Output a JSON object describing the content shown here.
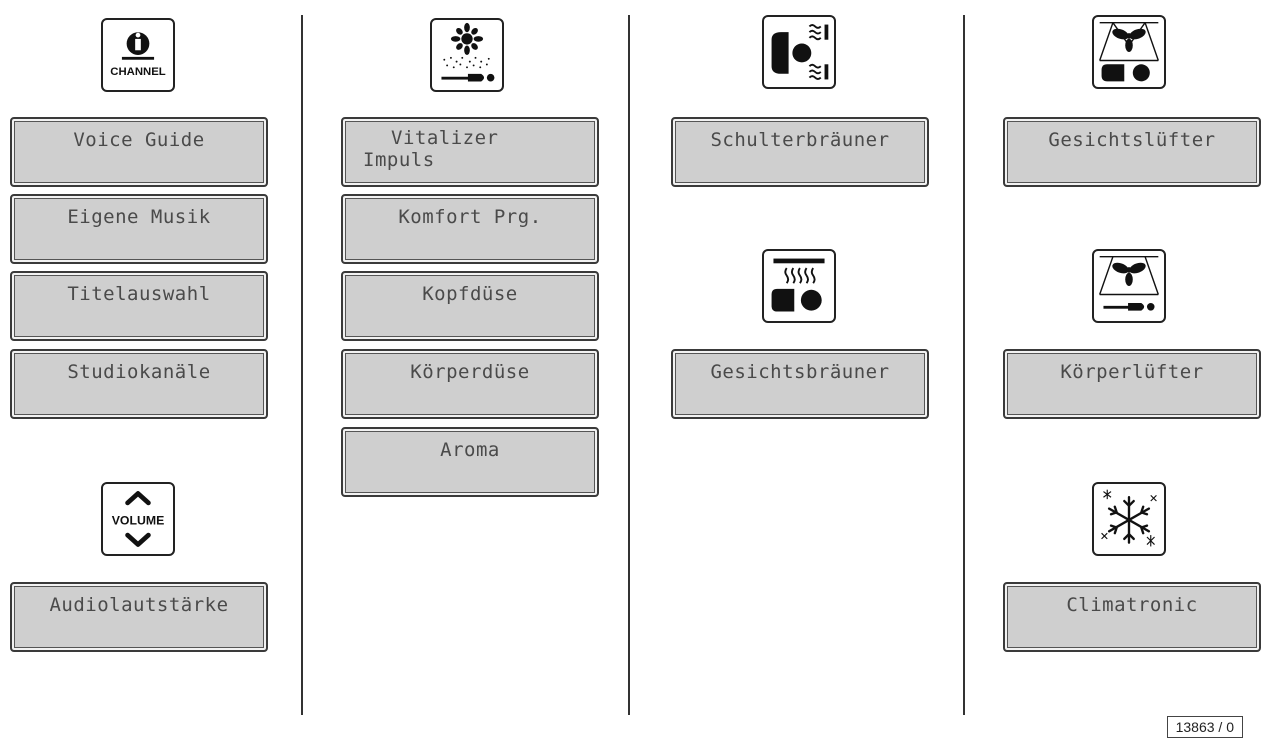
{
  "col1": {
    "channel_icon_label": "CHANNEL",
    "buttons": [
      "Voice Guide",
      "Eigene Musik",
      "Titelauswahl",
      "Studiokanäle"
    ],
    "volume_icon_label": "VOLUME",
    "volume_button": "Audiolautstärke"
  },
  "col2": {
    "buttons": [
      "Vitalizer",
      "Impuls",
      "Komfort Prg.",
      "Kopfdüse",
      "Körperdüse",
      "Aroma"
    ]
  },
  "col3": {
    "buttons": [
      "Schulterbräuner",
      "Gesichtsbräuner"
    ]
  },
  "col4": {
    "buttons": [
      "Gesichtslüfter",
      "Körperlüfter",
      "Climatronic"
    ]
  },
  "footer": {
    "code": "13863 / 0"
  }
}
